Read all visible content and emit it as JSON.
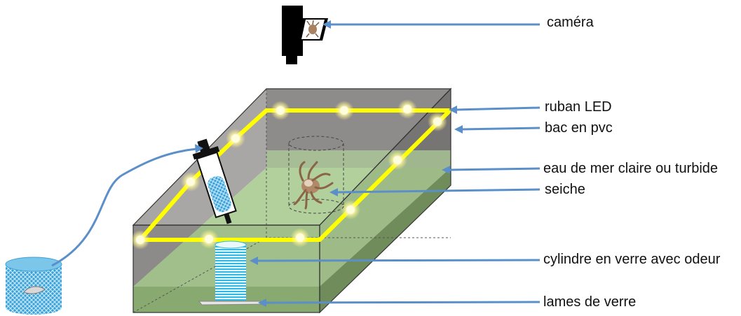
{
  "labels": {
    "camera": "caméra",
    "led_strip": "ruban LED",
    "pvc_tank": "bac en pvc",
    "seawater": "eau de mer claire ou turbide",
    "cuttlefish": "seiche",
    "glass_cylinder": "cylindre en verre avec odeur",
    "glass_slides": "lames de verre"
  },
  "colors": {
    "arrow": "#5b8fc9",
    "led_strip": "#ffff00",
    "led_glow": "#fff7a0",
    "water": "#9fc27e",
    "tank_gray": "#a7a4a4",
    "tank_dark": "#6f6c6c",
    "cylinder_stripe": "#2fb8e6"
  },
  "icons": {
    "camera": "camera-icon",
    "cuttlefish": "cuttlefish-icon",
    "syringe": "syringe-icon",
    "shrimp_container": "shrimp-container-icon"
  }
}
